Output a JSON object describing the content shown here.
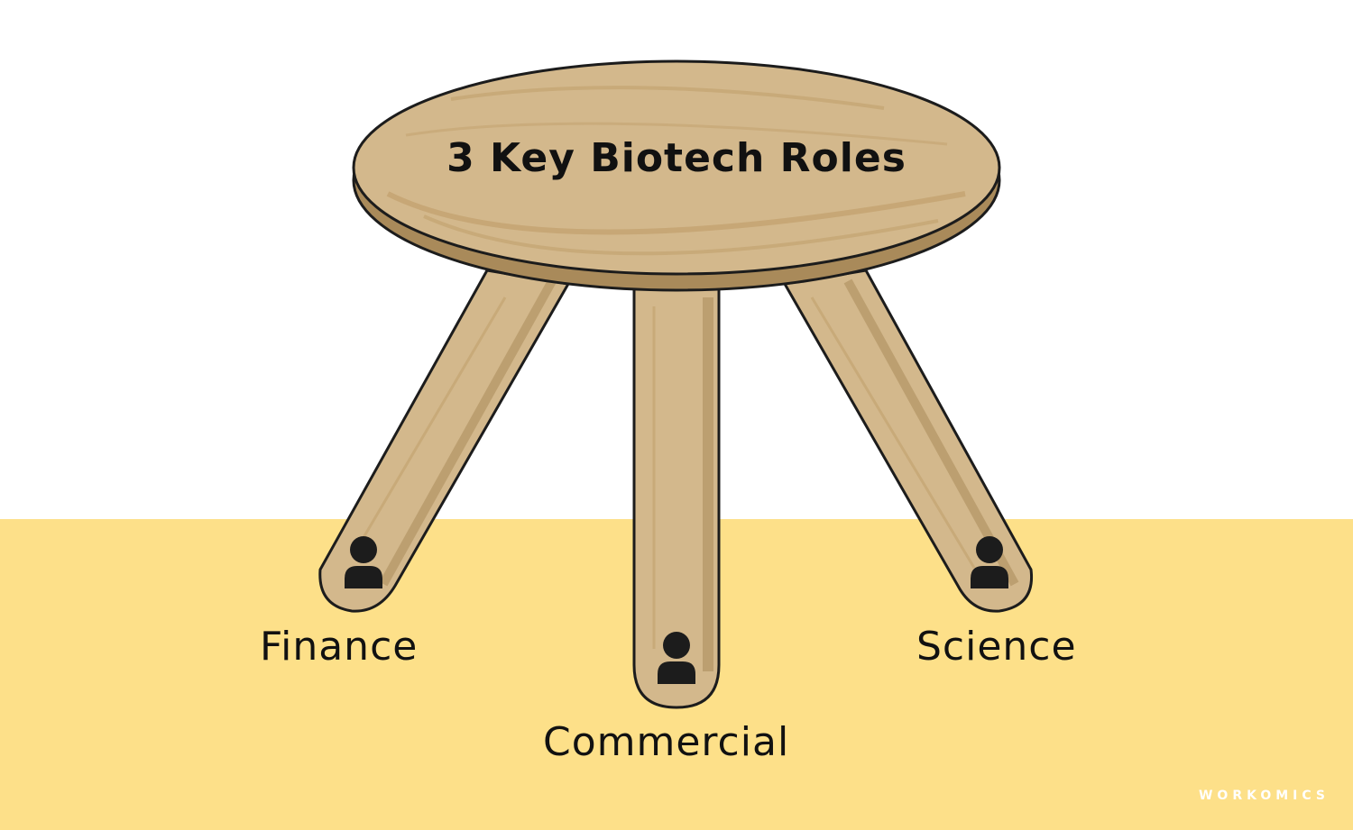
{
  "title": "3 Key Biotech Roles",
  "roles": [
    {
      "label": "Finance",
      "icon": "person-icon"
    },
    {
      "label": "Commercial",
      "icon": "person-icon"
    },
    {
      "label": "Science",
      "icon": "person-icon"
    }
  ],
  "brand": "WORKOMICS",
  "colors": {
    "background": "#ffffff",
    "floor": "#fde089",
    "wood_light": "#d3b88c",
    "wood_mid": "#c2a06c",
    "wood_dark": "#a98a5a",
    "outline": "#1c1c1c"
  }
}
